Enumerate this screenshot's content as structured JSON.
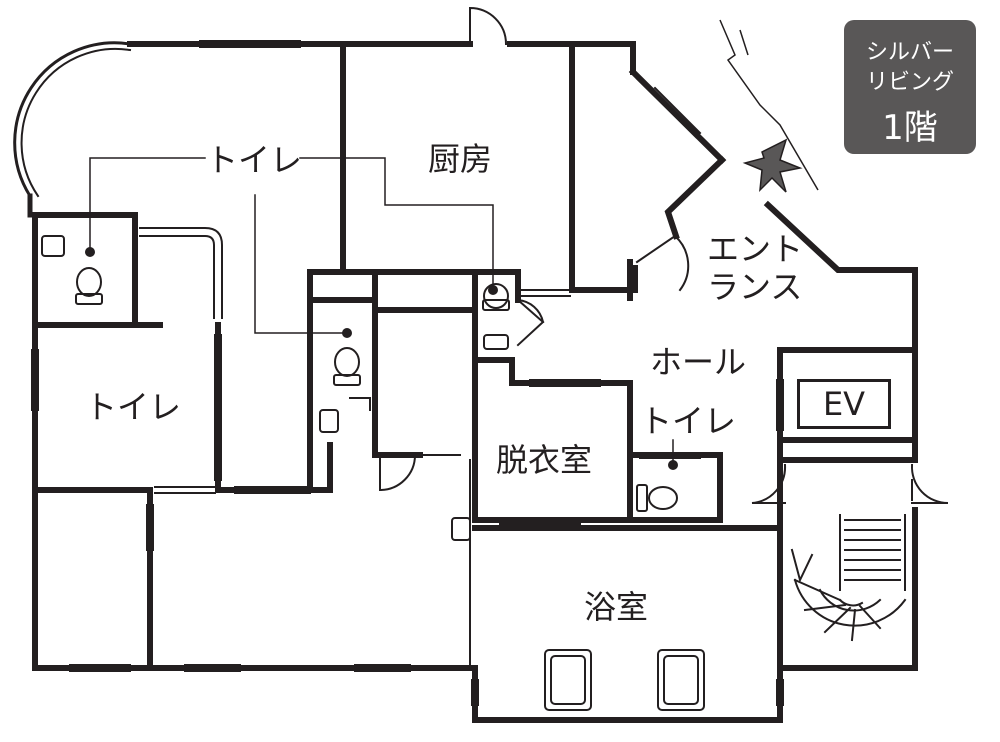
{
  "floor_badge": {
    "line1": "シルバー",
    "line2": "リビング",
    "line3": "1階",
    "background_color": "#595757"
  },
  "rooms": {
    "toilet_callout": "トイレ",
    "toilet_large": "トイレ",
    "kitchen": "厨房",
    "entrance_line1": "エント",
    "entrance_line2": "ランス",
    "hall": "ホール",
    "toilet_small": "トイレ",
    "dressing_room": "脱衣室",
    "bathroom": "浴室",
    "elevator": "EV"
  },
  "icons": [
    "compass-north-icon",
    "toilet-icon",
    "sink-icon",
    "bathtub-icon",
    "door-swing-icon",
    "staircase-icon"
  ],
  "colors": {
    "wall": "#231f20"
  }
}
